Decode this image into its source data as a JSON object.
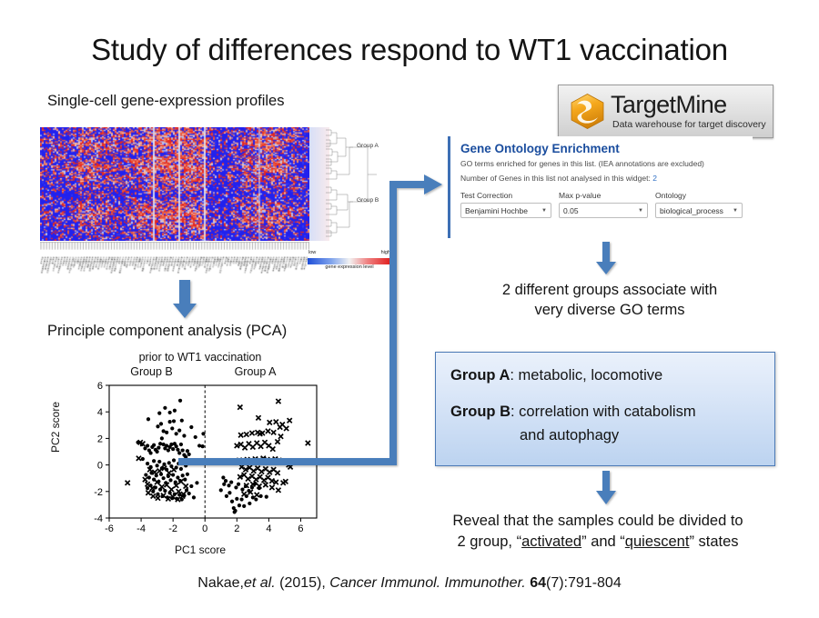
{
  "slide": {
    "title": "Study of differences respond to WT1 vaccination"
  },
  "heatmap": {
    "caption": "Single-cell gene-expression profiles",
    "dendrogram_labels": [
      "Group A",
      "Group B"
    ],
    "colorbar": {
      "low_label": "low",
      "high_label": "high",
      "caption": "gene expression level",
      "low_color": "#1f4fd8",
      "mid_color": "#f2f2f2",
      "high_color": "#e01b1b"
    }
  },
  "pca": {
    "caption": "Principle component analysis (PCA)",
    "plot_title": "prior to WT1 vaccination",
    "group_left_label": "Group B",
    "group_right_label": "Group A",
    "xlabel": "PC1 score",
    "ylabel": "PC2 score",
    "xticks": [
      "-6",
      "-4",
      "-2",
      "0",
      "2",
      "4",
      "6"
    ],
    "yticks": [
      "-4",
      "-2",
      "0",
      "2",
      "4",
      "6"
    ]
  },
  "targetmine": {
    "name": "TargetMine",
    "tagline": "Data warehouse for target discovery",
    "logo_icon": "hexagon-s-logo",
    "hex_color": "#f5a81c",
    "hex_highlight": "#ffd873"
  },
  "go_panel": {
    "title": "Gene Ontology Enrichment",
    "subtitle": "GO terms enriched for genes in this list. (IEA annotations are excluded)",
    "count_label": "Number of Genes in this list not analysed in this widget:",
    "count_value": "2",
    "fields": [
      {
        "label": "Test Correction",
        "value": "Benjamini Hochbe"
      },
      {
        "label": "Max p-value",
        "value": "0.05"
      },
      {
        "label": "Ontology",
        "value": "biological_process"
      }
    ],
    "title_color": "#1a4d9e"
  },
  "mid_text": {
    "line1": "2 different groups associate with",
    "line2": "very diverse GO terms"
  },
  "blue_box": {
    "group_a_label": "Group A",
    "group_a_text": ": metabolic, locomotive",
    "group_b_label": "Group B",
    "group_b_text": ": correlation with catabolism",
    "group_b_text2": "and autophagy",
    "border_color": "#4a79b5"
  },
  "bottom_text": {
    "line1": "Reveal that the samples could be divided to",
    "line2_pre": "2 group, “",
    "line2_u1": "activated",
    "line2_mid": "” and “",
    "line2_u2": "quiescent",
    "line2_post": "” states"
  },
  "citation": {
    "authors": "Nakae,",
    "etal": "et al.",
    "year": " (2015), ",
    "journal": "Cancer Immunol. Immunother.",
    "volume": "64",
    "pages": "(7):791-804"
  },
  "arrow_color": "#4a7ebb",
  "chart_data": {
    "type": "scatter",
    "title": "prior to WT1 vaccination",
    "xlabel": "PC1 score",
    "ylabel": "PC2 score",
    "xlim": [
      -6,
      7
    ],
    "ylim": [
      -4,
      6
    ],
    "xticks": [
      -6,
      -4,
      -2,
      0,
      2,
      4,
      6
    ],
    "yticks": [
      -4,
      -2,
      0,
      2,
      4,
      6
    ],
    "grid": false,
    "legend": "none",
    "annotations": [
      {
        "text": "Group B",
        "x": -3,
        "y": 6.6
      },
      {
        "text": "Group A",
        "x": 3,
        "y": 6.6
      }
    ],
    "vline": {
      "x": 0,
      "style": "dashed"
    },
    "series": [
      {
        "name": "filled-circle",
        "marker": "circle",
        "points": [
          [
            -4.2,
            1.7
          ],
          [
            -3.95,
            1.55
          ],
          [
            -3.75,
            1.25
          ],
          [
            -3.6,
            1.45
          ],
          [
            -3.5,
            1.1
          ],
          [
            -3.4,
            0.9
          ],
          [
            -3.3,
            1.35
          ],
          [
            -3.2,
            1.5
          ],
          [
            -3.1,
            1.15
          ],
          [
            -3.0,
            1.0
          ],
          [
            -2.9,
            1.3
          ],
          [
            -2.8,
            1.6
          ],
          [
            -2.7,
            2.0
          ],
          [
            -2.6,
            1.55
          ],
          [
            -2.5,
            1.25
          ],
          [
            -2.4,
            1.45
          ],
          [
            -2.3,
            1.1
          ],
          [
            -2.2,
            1.35
          ],
          [
            -2.1,
            1.55
          ],
          [
            -2.0,
            1.2
          ],
          [
            -1.9,
            1.6
          ],
          [
            -1.8,
            1.4
          ],
          [
            -1.7,
            1.15
          ],
          [
            -1.6,
            0.9
          ],
          [
            -1.5,
            1.55
          ],
          [
            -1.4,
            1.1
          ],
          [
            -1.3,
            0.75
          ],
          [
            -1.2,
            0.6
          ],
          [
            -1.1,
            1.05
          ],
          [
            -1.0,
            0.8
          ],
          [
            -3.55,
            3.45
          ],
          [
            -2.95,
            2.9
          ],
          [
            -2.75,
            3.1
          ],
          [
            -2.6,
            2.55
          ],
          [
            -2.4,
            2.45
          ],
          [
            -2.2,
            3.25
          ],
          [
            -2.05,
            2.75
          ],
          [
            -1.95,
            3.3
          ],
          [
            -1.8,
            2.35
          ],
          [
            -1.6,
            2.6
          ],
          [
            -1.45,
            3.35
          ],
          [
            -1.3,
            2.2
          ],
          [
            -2.5,
            4.3
          ],
          [
            -2.2,
            3.95
          ],
          [
            -1.9,
            4.1
          ],
          [
            -1.55,
            4.85
          ],
          [
            -2.85,
            3.9
          ],
          [
            -0.85,
            2.85
          ],
          [
            -0.6,
            2.1
          ],
          [
            -0.35,
            1.45
          ],
          [
            -0.1,
            2.35
          ],
          [
            -0.15,
            1.4
          ],
          [
            -3.9,
            0.45
          ],
          [
            -3.6,
            0.1
          ],
          [
            -3.4,
            -0.15
          ],
          [
            -3.2,
            0.3
          ],
          [
            -3.0,
            -0.05
          ],
          [
            -2.85,
            0.25
          ],
          [
            -2.7,
            -0.25
          ],
          [
            -2.55,
            0.05
          ],
          [
            -2.4,
            -0.35
          ],
          [
            -2.25,
            0.15
          ],
          [
            -2.1,
            -0.1
          ],
          [
            -1.95,
            0.35
          ],
          [
            -1.8,
            -0.2
          ],
          [
            -1.65,
            0.1
          ],
          [
            -1.5,
            -0.3
          ],
          [
            -1.35,
            0.2
          ],
          [
            -1.2,
            -0.05
          ],
          [
            -1.05,
            0.3
          ],
          [
            -3.7,
            -0.75
          ],
          [
            -3.5,
            -0.95
          ],
          [
            -3.35,
            -0.6
          ],
          [
            -3.2,
            -1.1
          ],
          [
            -3.05,
            -0.8
          ],
          [
            -2.9,
            -1.25
          ],
          [
            -2.75,
            -0.7
          ],
          [
            -2.6,
            -1.0
          ],
          [
            -2.45,
            -1.35
          ],
          [
            -2.3,
            -0.85
          ],
          [
            -2.15,
            -1.15
          ],
          [
            -2.0,
            -0.75
          ],
          [
            -1.85,
            -1.3
          ],
          [
            -1.7,
            -0.95
          ],
          [
            -1.55,
            -1.2
          ],
          [
            -1.4,
            -0.8
          ],
          [
            -1.25,
            -1.1
          ],
          [
            -1.1,
            -0.7
          ],
          [
            -3.6,
            -1.75
          ],
          [
            -3.4,
            -1.55
          ],
          [
            -3.25,
            -2.0
          ],
          [
            -3.1,
            -1.7
          ],
          [
            -2.95,
            -2.2
          ],
          [
            -2.8,
            -1.85
          ],
          [
            -2.65,
            -2.35
          ],
          [
            -2.5,
            -1.95
          ],
          [
            -2.35,
            -2.45
          ],
          [
            -2.2,
            -2.1
          ],
          [
            -2.05,
            -2.5
          ],
          [
            -1.9,
            -2.2
          ],
          [
            -1.75,
            -2.55
          ],
          [
            -1.6,
            -2.25
          ],
          [
            -1.45,
            -2.6
          ],
          [
            -1.3,
            -2.3
          ],
          [
            -1.15,
            -1.9
          ],
          [
            -1.0,
            -2.15
          ],
          [
            -0.85,
            -1.6
          ],
          [
            -0.7,
            -2.45
          ],
          [
            -0.5,
            -1.35
          ],
          [
            1.2,
            -1.45
          ],
          [
            1.0,
            -1.9
          ],
          [
            1.35,
            -2.35
          ],
          [
            1.55,
            -2.1
          ],
          [
            1.7,
            -2.75
          ],
          [
            1.8,
            -3.25
          ],
          [
            1.85,
            -3.55
          ],
          [
            1.9,
            -3.45
          ],
          [
            2.0,
            -2.55
          ],
          [
            2.15,
            -3.05
          ],
          [
            2.3,
            -2.6
          ],
          [
            2.45,
            -3.1
          ],
          [
            2.6,
            -2.35
          ],
          [
            2.8,
            -2.9
          ],
          [
            3.0,
            -2.45
          ],
          [
            3.2,
            -2.6
          ],
          [
            3.5,
            -2.35
          ],
          [
            3.85,
            -2.4
          ],
          [
            1.15,
            -0.95
          ],
          [
            1.3,
            -1.2
          ],
          [
            1.5,
            -1.55
          ],
          [
            1.65,
            -1.3
          ],
          [
            1.95,
            -1.7
          ],
          [
            2.1,
            -1.45
          ],
          [
            2.35,
            -1.85
          ],
          [
            2.55,
            -1.6
          ],
          [
            2.75,
            -1.95
          ],
          [
            2.95,
            -1.7
          ],
          [
            3.15,
            -1.4
          ],
          [
            3.4,
            -1.75
          ]
        ]
      },
      {
        "name": "cross",
        "marker": "x",
        "points": [
          [
            -4.85,
            -1.35
          ],
          [
            -4.15,
            0.5
          ],
          [
            -4.05,
            1.7
          ],
          [
            -3.9,
            1.6
          ],
          [
            -3.75,
            -1.1
          ],
          [
            -3.6,
            -1.45
          ],
          [
            -3.45,
            -0.35
          ],
          [
            -3.3,
            -1.75
          ],
          [
            -3.15,
            -0.55
          ],
          [
            -3.0,
            -1.3
          ],
          [
            -2.85,
            -0.45
          ],
          [
            -2.7,
            -1.65
          ],
          [
            -2.55,
            -0.25
          ],
          [
            -2.4,
            -1.5
          ],
          [
            -2.25,
            -0.6
          ],
          [
            -2.1,
            -1.85
          ],
          [
            -1.95,
            -0.35
          ],
          [
            -1.8,
            -1.55
          ],
          [
            -1.65,
            -2.0
          ],
          [
            -1.5,
            -1.25
          ],
          [
            -1.35,
            -2.2
          ],
          [
            -1.2,
            -1.6
          ],
          [
            -3.55,
            -2.1
          ],
          [
            -3.25,
            -2.35
          ],
          [
            -2.95,
            -2.5
          ],
          [
            -2.6,
            -2.3
          ],
          [
            -2.3,
            -2.55
          ],
          [
            -2.0,
            -2.4
          ],
          [
            -1.7,
            -2.6
          ],
          [
            -1.4,
            -2.35
          ],
          [
            2.2,
            4.35
          ],
          [
            4.6,
            4.8
          ],
          [
            3.35,
            3.55
          ],
          [
            4.05,
            3.2
          ],
          [
            4.45,
            3.25
          ],
          [
            4.85,
            3.05
          ],
          [
            5.3,
            3.35
          ],
          [
            5.1,
            2.75
          ],
          [
            4.7,
            2.85
          ],
          [
            4.3,
            2.45
          ],
          [
            3.95,
            2.55
          ],
          [
            3.6,
            2.4
          ],
          [
            3.3,
            2.45
          ],
          [
            3.45,
            2.35
          ],
          [
            2.95,
            2.4
          ],
          [
            2.6,
            2.3
          ],
          [
            2.25,
            2.25
          ],
          [
            4.75,
            2.15
          ],
          [
            4.55,
            1.75
          ],
          [
            6.45,
            1.65
          ],
          [
            2.0,
            1.45
          ],
          [
            2.25,
            1.55
          ],
          [
            2.5,
            1.3
          ],
          [
            2.75,
            1.6
          ],
          [
            3.0,
            1.35
          ],
          [
            3.25,
            1.65
          ],
          [
            3.5,
            1.4
          ],
          [
            3.75,
            1.7
          ],
          [
            4.0,
            1.45
          ],
          [
            4.25,
            1.2
          ],
          [
            2.15,
            0.35
          ],
          [
            2.4,
            0.35
          ],
          [
            2.65,
            0.4
          ],
          [
            2.9,
            0.3
          ],
          [
            3.15,
            0.45
          ],
          [
            3.4,
            0.35
          ],
          [
            3.65,
            0.5
          ],
          [
            3.9,
            0.4
          ],
          [
            4.15,
            0.35
          ],
          [
            4.4,
            0.45
          ],
          [
            4.65,
            0.35
          ],
          [
            2.3,
            -0.15
          ],
          [
            2.55,
            -0.35
          ],
          [
            2.8,
            -0.2
          ],
          [
            3.05,
            -0.45
          ],
          [
            3.3,
            -0.25
          ],
          [
            3.55,
            -0.5
          ],
          [
            3.8,
            -0.3
          ],
          [
            4.05,
            -0.55
          ],
          [
            4.3,
            -0.35
          ],
          [
            4.55,
            -0.6
          ],
          [
            5.25,
            0.0
          ],
          [
            5.35,
            -0.15
          ],
          [
            2.2,
            -0.9
          ],
          [
            2.45,
            -0.75
          ],
          [
            2.7,
            -1.05
          ],
          [
            2.95,
            -0.85
          ],
          [
            3.2,
            -1.1
          ],
          [
            3.45,
            -0.9
          ],
          [
            3.7,
            -1.15
          ],
          [
            3.95,
            -0.95
          ],
          [
            4.2,
            -1.2
          ],
          [
            4.45,
            -1.3
          ],
          [
            4.9,
            -1.35
          ],
          [
            2.6,
            -1.55
          ],
          [
            3.0,
            -1.45
          ],
          [
            3.4,
            -1.6
          ],
          [
            3.8,
            -1.5
          ],
          [
            4.2,
            -1.7
          ],
          [
            4.6,
            -1.9
          ],
          [
            5.05,
            -1.25
          ],
          [
            2.45,
            -2.2
          ],
          [
            2.85,
            -2.05
          ],
          [
            3.25,
            -2.25
          ]
        ]
      }
    ]
  }
}
